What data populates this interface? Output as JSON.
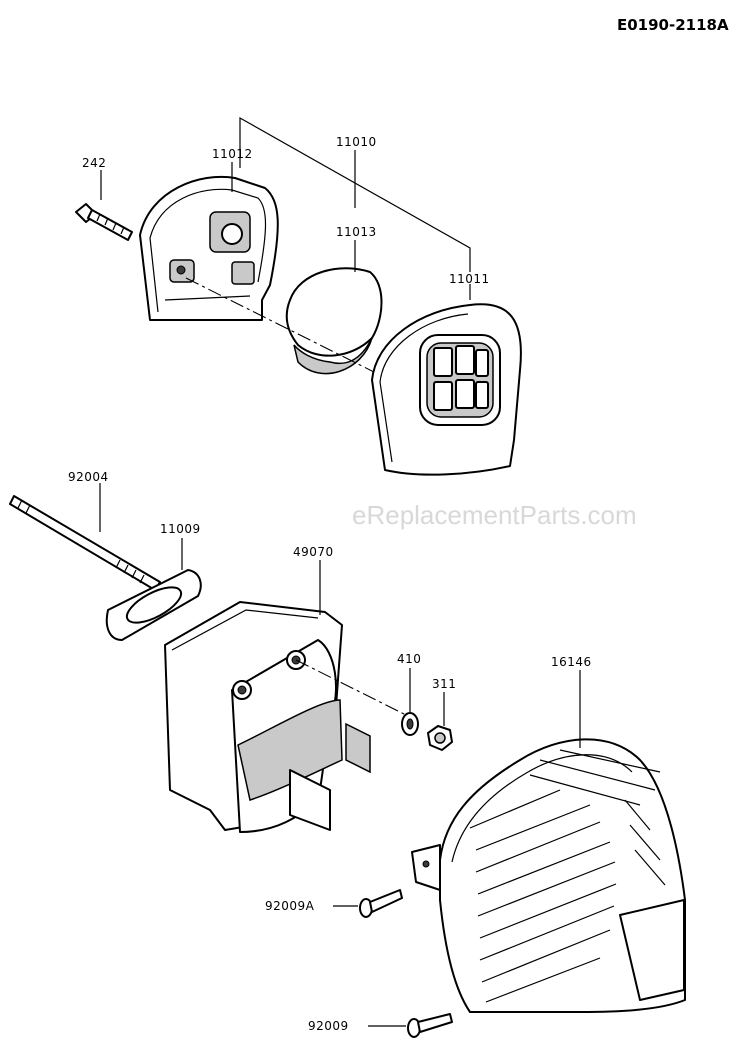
{
  "diagram_code": "E0190-2118A",
  "watermark": "eReplacementParts.com",
  "parts": {
    "bolt_242": "242",
    "cover_11012": "11012",
    "assembly_11010": "11010",
    "element_11013": "11013",
    "cover_11011": "11011",
    "stud_92004": "92004",
    "gasket_11009": "11009",
    "muffler_49070": "49070",
    "washer_410": "410",
    "nut_311": "311",
    "shield_16146": "16146",
    "screw_92009a": "92009A",
    "screw_92009": "92009"
  }
}
